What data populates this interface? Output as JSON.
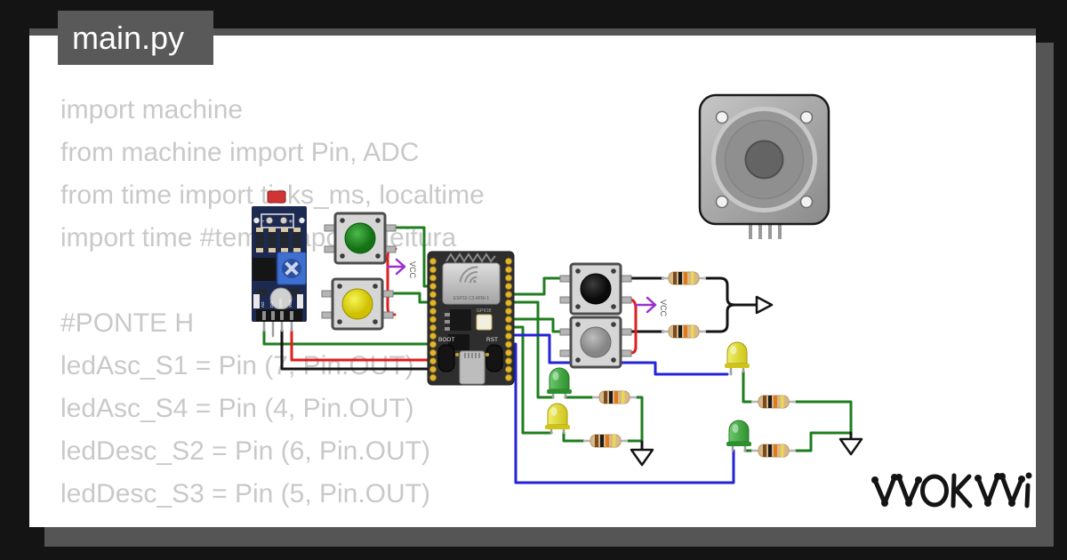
{
  "frame": {
    "outer_bg": "#141414",
    "shadow": "#555555",
    "card_bg": "#ffffff"
  },
  "title": {
    "label": "main.py"
  },
  "code": {
    "lines": [
      "import machine",
      "from machine import Pin, ADC",
      "from time import ticks_ms, localtime",
      "import time #tempo após a leitura",
      "",
      "#PONTE H",
      "ledAsc_S1 = Pin (7, Pin.OUT)",
      "ledAsc_S4 = Pin (4, Pin.OUT)",
      "ledDesc_S2 = Pin (6, Pin.OUT)",
      "ledDesc_S3 = Pin (5, Pin.OUT)"
    ]
  },
  "logo": {
    "label": "WOKWI"
  },
  "circuit": {
    "vcc_label": "VCC",
    "esp32": {
      "chip_label": "ESP32-C3-MINI-1",
      "boot_label": "BOOT",
      "rst_label": "RST",
      "led_label": "GPIO8"
    },
    "sensor": {
      "pin_labels": [
        "AO",
        "DO",
        "GND",
        "VCC"
      ],
      "minus": "-",
      "plus": "+"
    },
    "colors": {
      "wire_green": "#1e7d1e",
      "wire_red": "#e11d1d",
      "wire_blue": "#2323d8",
      "wire_black": "#141414",
      "vcc_purple": "#9b30d0",
      "sensor_board": "#1c2a52",
      "esp32_pcb": "#2e2e2e",
      "pin_gold": "#e2b62c",
      "resistor_body": "#d8b886",
      "led_green": "#3fae3f",
      "led_yellow": "#e0e030",
      "cap_green": "#1f8c1f",
      "cap_yellow": "#e6e61e",
      "cap_black": "#111111",
      "cap_gray": "#9a9a9a",
      "motor_gray": "#9c9c9c"
    }
  }
}
